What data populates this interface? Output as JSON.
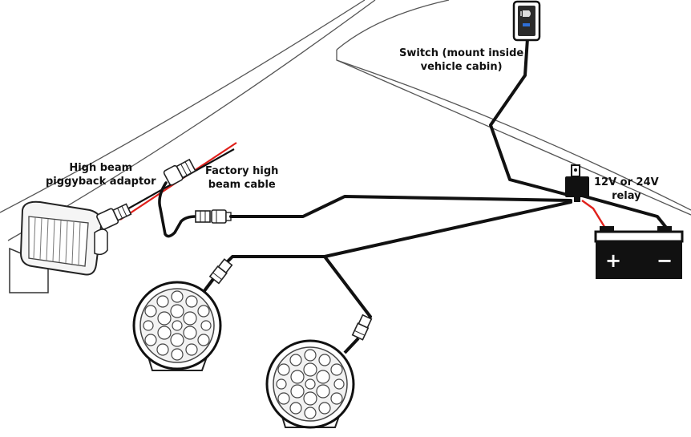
{
  "labels": {
    "adaptor": [
      "High beam",
      "piggyback adaptor"
    ],
    "factory_cable": [
      "Factory high",
      "beam cable"
    ],
    "switch": [
      "Switch (mount inside",
      "vehicle cabin)"
    ],
    "relay": [
      "12V or 24V",
      "relay"
    ]
  },
  "battery": {
    "positive_symbol": "+",
    "negative_symbol": "−"
  },
  "colors": {
    "wire": "#111111",
    "positive_wire": "#e0201b",
    "switch_indicator": "#2f6fd6",
    "outline": "#222222"
  },
  "icons": {
    "headlight": "headlight-icon",
    "switch": "rocker-switch-icon",
    "relay": "relay-icon",
    "battery": "battery-icon",
    "driving_light": "round-led-driving-light-icon",
    "connector": "plug-connector-icon"
  }
}
